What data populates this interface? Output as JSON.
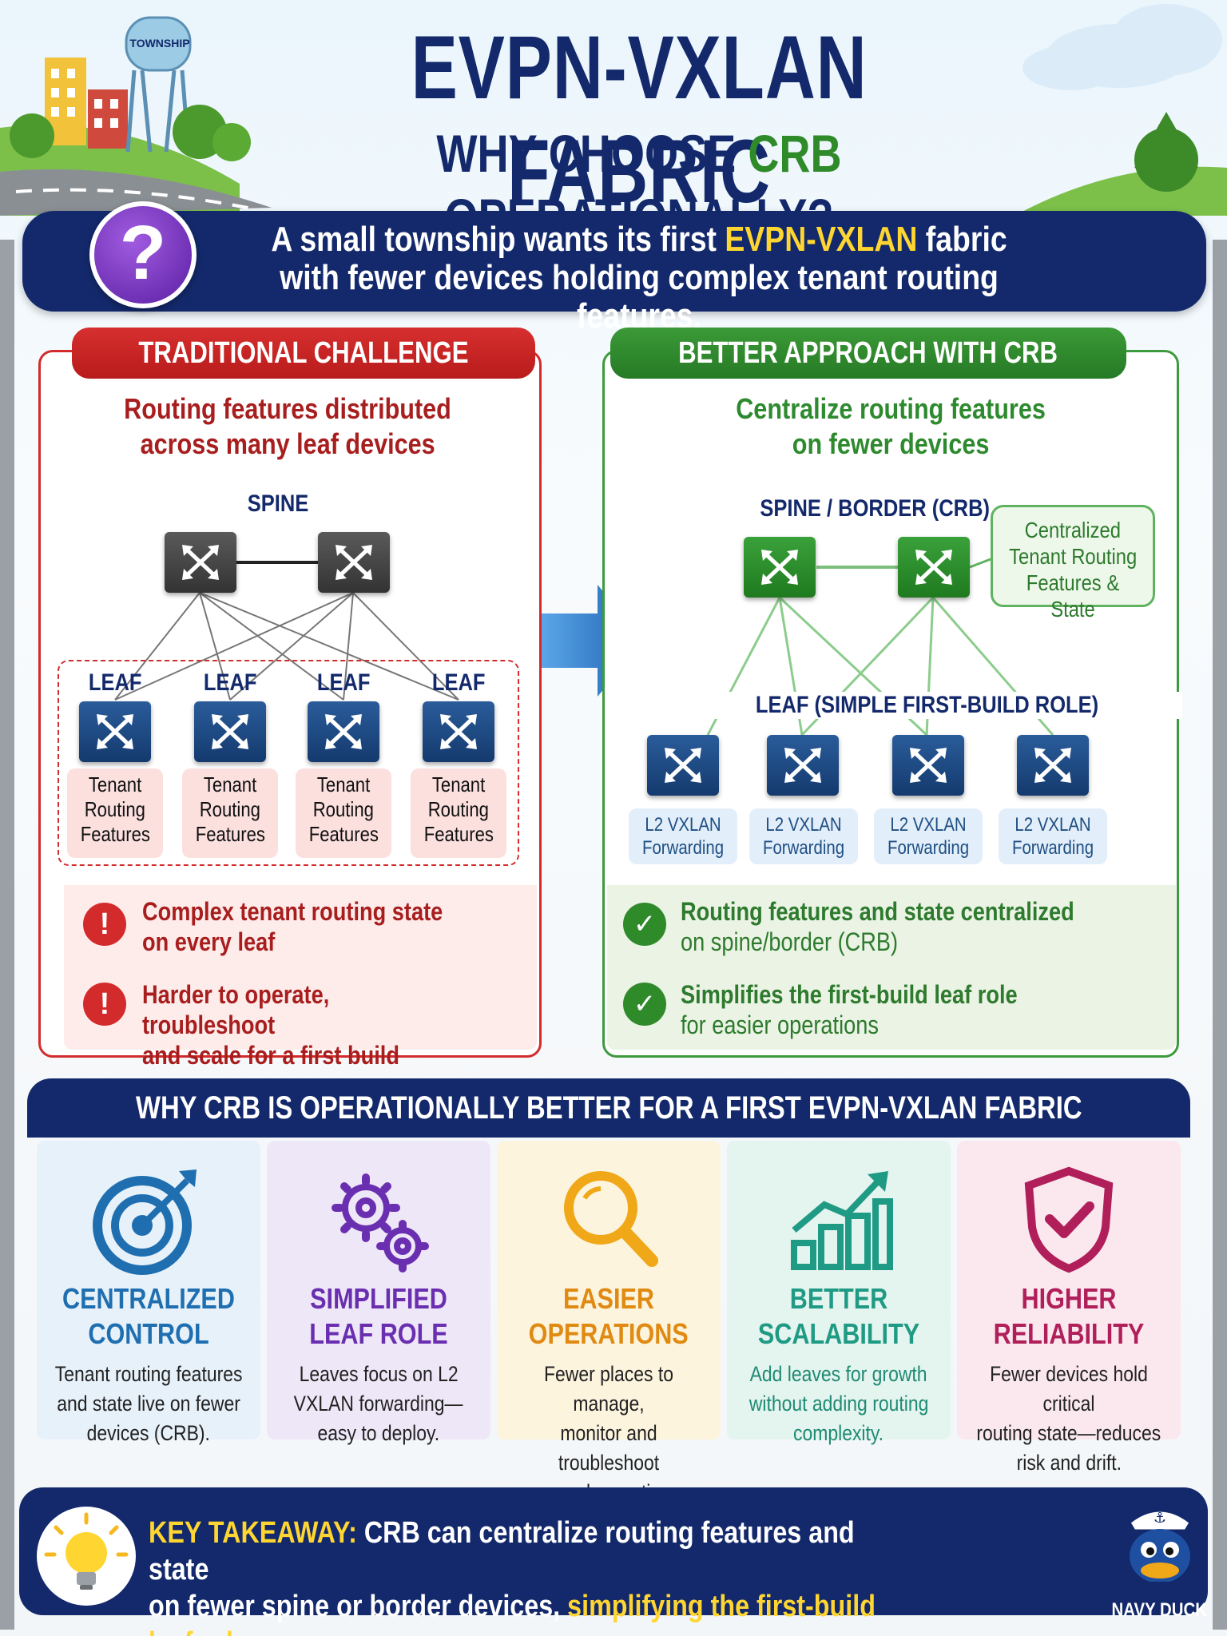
{
  "header": {
    "title": "EVPN-VXLAN FABRIC",
    "subtitle_pre": "WHY CHOOSE ",
    "subtitle_hl": "CRB",
    "subtitle_post": " OPERATIONALLY?",
    "tower_label": "TOWNSHIP"
  },
  "question": {
    "mark": "?",
    "line1_pre": "A small township wants its first ",
    "line1_hl": "EVPN-VXLAN",
    "line1_post": " fabric",
    "line2": "with fewer devices holding complex tenant routing features."
  },
  "left": {
    "tab": "TRADITIONAL CHALLENGE",
    "sub1": "Routing features distributed",
    "sub2": "across many leaf devices",
    "spine_label": "SPINE",
    "leaf_label": "LEAF",
    "leaves": [
      {
        "l1": "Tenant",
        "l2": "Routing",
        "l3": "Features"
      },
      {
        "l1": "Tenant",
        "l2": "Routing",
        "l3": "Features"
      },
      {
        "l1": "Tenant",
        "l2": "Routing",
        "l3": "Features"
      },
      {
        "l1": "Tenant",
        "l2": "Routing",
        "l3": "Features"
      }
    ],
    "issues": [
      {
        "icon": "!",
        "l1": "Complex tenant routing state",
        "l2": "on every leaf"
      },
      {
        "icon": "!",
        "l1": "Harder to operate, troubleshoot",
        "l2": "and scale for a first build"
      }
    ]
  },
  "right": {
    "tab": "BETTER APPROACH WITH CRB",
    "sub1": "Centralize routing features",
    "sub2": "on fewer devices",
    "spine_label": "SPINE / BORDER (CRB)",
    "callout": {
      "l1": "Centralized",
      "l2": "Tenant Routing",
      "l3": "Features & State"
    },
    "leaf_label": "LEAF (SIMPLE FIRST-BUILD ROLE)",
    "leaves": [
      {
        "l1": "L2 VXLAN",
        "l2": "Forwarding"
      },
      {
        "l1": "L2 VXLAN",
        "l2": "Forwarding"
      },
      {
        "l1": "L2 VXLAN",
        "l2": "Forwarding"
      },
      {
        "l1": "L2 VXLAN",
        "l2": "Forwarding"
      }
    ],
    "benefits": [
      {
        "l1": "Routing features and state centralized",
        "l2": "on spine/border (CRB)"
      },
      {
        "l1": "Simplifies the first-build leaf role",
        "l2": "for easier operations"
      }
    ]
  },
  "why": {
    "banner": "WHY CRB IS OPERATIONALLY BETTER FOR A FIRST EVPN-VXLAN FABRIC",
    "cards": [
      {
        "icon": "target-icon",
        "t1": "CENTRALIZED",
        "t2": "CONTROL",
        "d1": "Tenant routing features",
        "d2": "and state live on fewer",
        "d3": "devices (CRB).",
        "color": "#1f6fb0",
        "bg": "#e7f1fa"
      },
      {
        "icon": "gears-icon",
        "t1": "SIMPLIFIED",
        "t2": "LEAF ROLE",
        "d1": "Leaves focus on L2",
        "d2": "VXLAN forwarding—",
        "d3": "easy to deploy.",
        "color": "#6a2fb0",
        "bg": "#eee7f7"
      },
      {
        "icon": "magnifier-icon",
        "t1": "EASIER",
        "t2": "OPERATIONS",
        "d1": "Fewer places to manage,",
        "d2": "monitor and troubleshoot",
        "d3": "complex routing.",
        "color": "#e08a12",
        "bg": "#fdf4de"
      },
      {
        "icon": "growth-chart-icon",
        "t1": "BETTER",
        "t2": "SCALABILITY",
        "d1": "Add leaves for growth",
        "d2": "without adding routing",
        "d3": "complexity.",
        "color": "#1f9a84",
        "bg": "#e4f4ee"
      },
      {
        "icon": "shield-check-icon",
        "t1": "HIGHER",
        "t2": "RELIABILITY",
        "d1": "Fewer devices hold critical",
        "d2": "routing state—reduces",
        "d3": "risk and drift.",
        "color": "#b01f5a",
        "bg": "#fbe8ef"
      }
    ]
  },
  "takeaway": {
    "label": "KEY TAKEAWAY:",
    "line1": " CRB can centralize routing features and state",
    "line2_pre": "on fewer spine or border devices, ",
    "line2_hl": "simplifying the first-build leaf role."
  },
  "mascot": {
    "label": "NAVY DUCK"
  },
  "colors": {
    "navy": "#13296b",
    "red": "#d32b2b",
    "green": "#2f8a2a",
    "yellow": "#ffd631"
  }
}
